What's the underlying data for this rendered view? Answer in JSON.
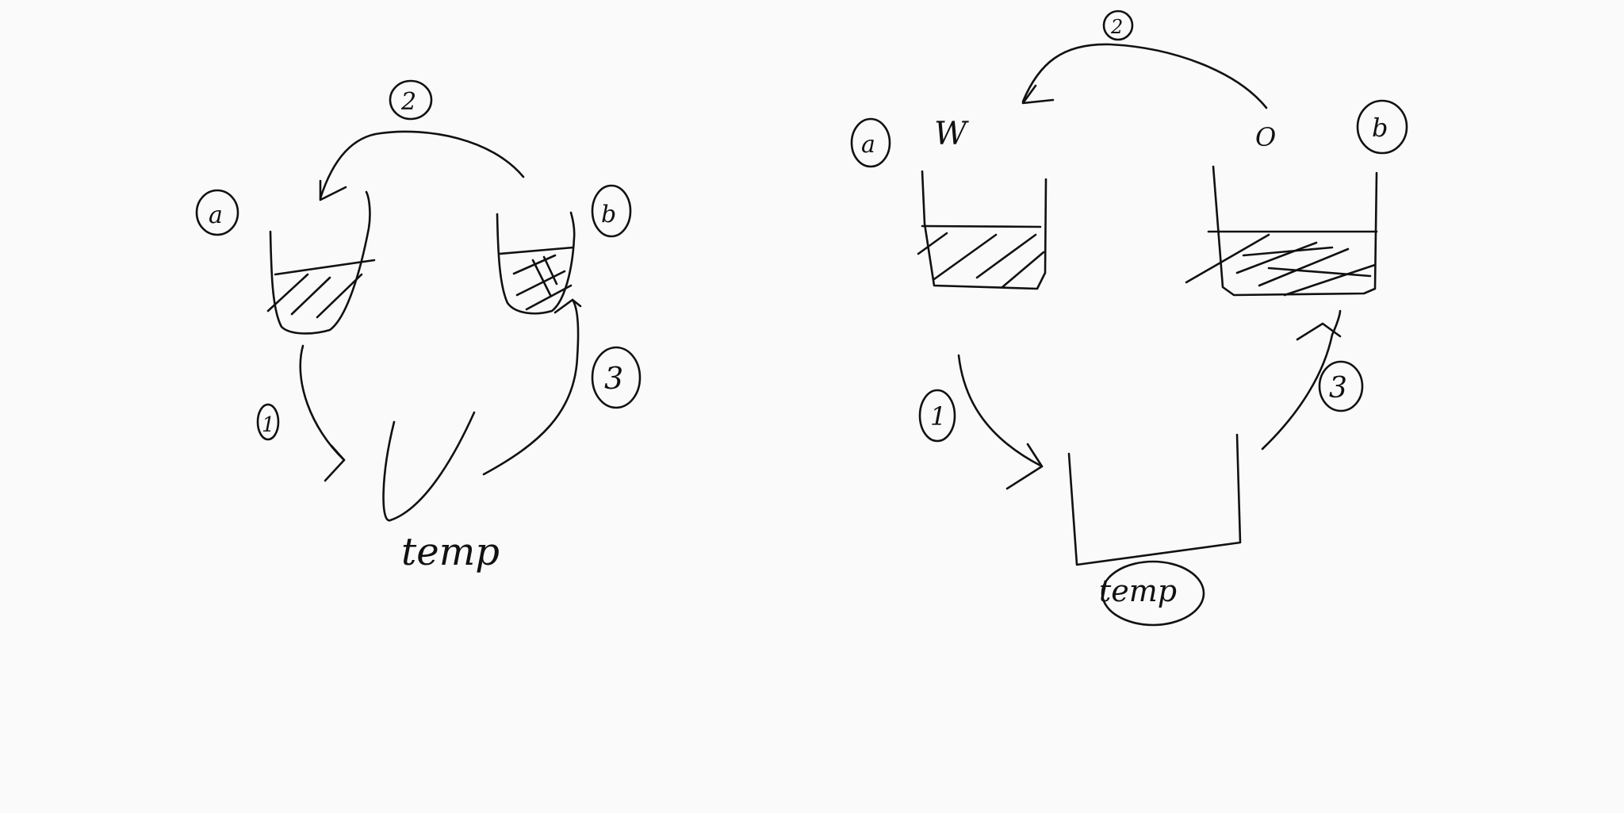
{
  "colors": {
    "ink": "#111111",
    "background": "#fafafa"
  },
  "left_diagram": {
    "container_a": "a",
    "container_b": "b",
    "temp_label": "temp",
    "step_1": "1",
    "step_2": "2",
    "step_3": "3"
  },
  "right_diagram": {
    "container_a": "a",
    "container_b": "b",
    "content_a": "W",
    "content_b": "O",
    "temp_label": "temp",
    "step_1": "1",
    "step_2": "2",
    "step_3": "3"
  }
}
